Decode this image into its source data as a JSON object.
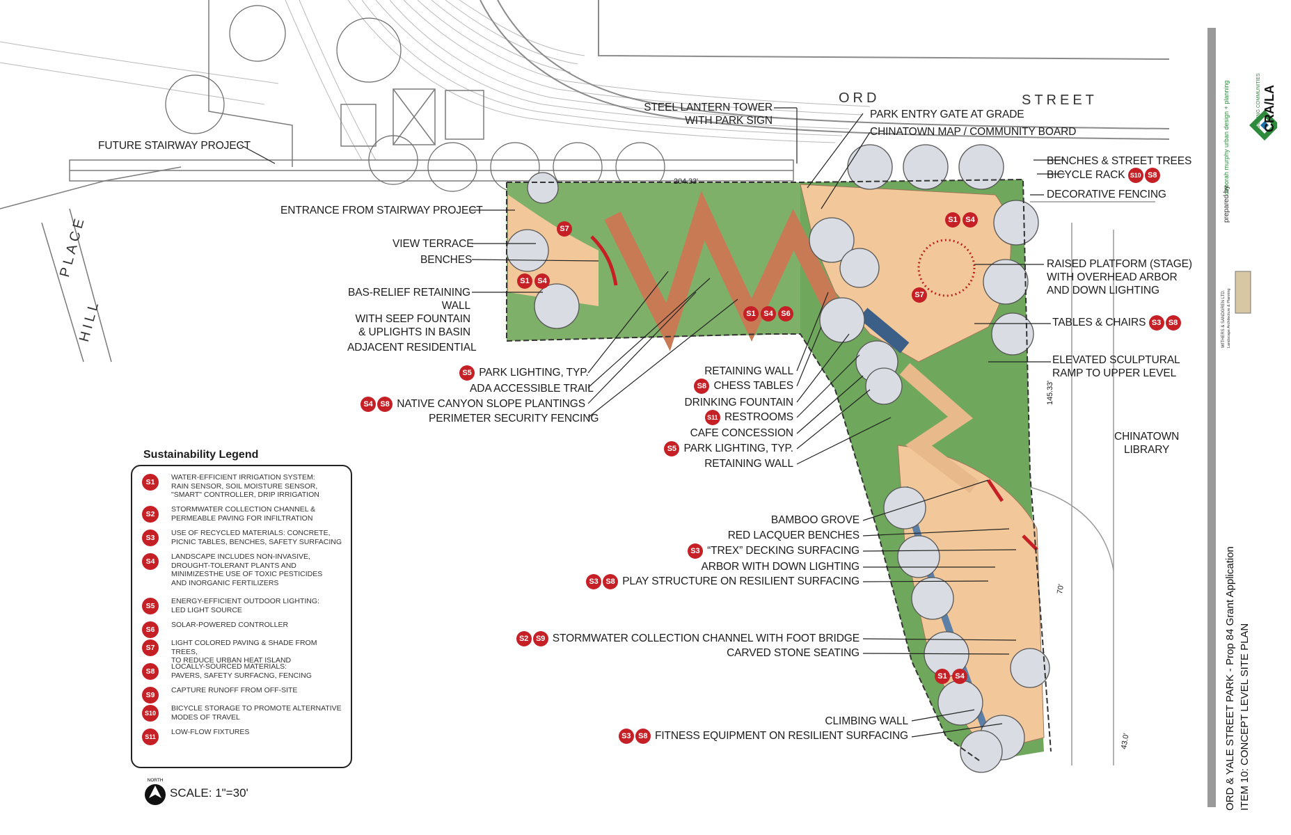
{
  "colors": {
    "accent_red": "#c62027",
    "paving": "#f2c89a",
    "green": "#6aa84f",
    "trail": "#c87a55",
    "brand_green": "#2e8b3d"
  },
  "streets": {
    "ord": "ORD",
    "street": "STREET",
    "hill": "HILL",
    "place": "PLACE"
  },
  "plan_labels": {
    "future_stairway": "FUTURE STAIRWAY PROJECT",
    "entrance_stairway": "ENTRANCE FROM STAIRWAY PROJECT",
    "view_terrace": "VIEW TERRACE",
    "benches": "BENCHES",
    "bas_relief": "BAS-RELIEF RETAINING WALL\nWITH SEEP FOUNTAIN\n& UPLIGHTS IN BASIN",
    "adjacent_residential": "ADJACENT RESIDENTIAL",
    "park_lighting_1": "PARK LIGHTING, TYP.",
    "ada_trail": "ADA ACCESSIBLE TRAIL",
    "native_canyon": "NATIVE CANYON SLOPE PLANTINGS",
    "perimeter_fencing": "PERIMETER SECURITY FENCING",
    "steel_lantern": "STEEL LANTERN TOWER\nWITH PARK SIGN",
    "park_entry_gate": "PARK ENTRY GATE AT GRADE",
    "chinatown_map": "CHINATOWN MAP / COMMUNITY BOARD",
    "benches_trees": "BENCHES & STREET TREES",
    "bicycle_rack": "BICYCLE RACK",
    "decorative_fencing": "DECORATIVE FENCING",
    "raised_platform": "RAISED PLATFORM (STAGE)\nWITH OVERHEAD ARBOR\nAND DOWN LIGHTING",
    "tables_chairs": "TABLES & CHAIRS",
    "elevated_ramp": "ELEVATED SCULPTURAL\nRAMP TO UPPER LEVEL",
    "chinatown_library": "CHINATOWN\nLIBRARY",
    "retaining_wall_1": "RETAINING WALL",
    "chess_tables": "CHESS TABLES",
    "drinking_fountain": "DRINKING FOUNTAIN",
    "restrooms": "RESTROOMS",
    "cafe": "CAFE CONCESSION",
    "park_lighting_2": "PARK LIGHTING, TYP.",
    "retaining_wall_2": "RETAINING WALL",
    "bamboo_grove": "BAMBOO GROVE",
    "red_lacquer": "RED LACQUER BENCHES",
    "trex_decking": "“TREX” DECKING SURFACING",
    "arbor": "ARBOR WITH DOWN LIGHTING",
    "play_structure": "PLAY STRUCTURE ON RESILIENT SURFACING",
    "stormwater_channel": "STORMWATER COLLECTION CHANNEL WITH FOOT BRIDGE",
    "carved_stone": "CARVED STONE SEATING",
    "climbing_wall": "CLIMBING WALL",
    "fitness_equipment": "FITNESS EQUIPMENT ON RESILIENT SURFACING",
    "dim_top": "204.33'",
    "dim_right": "145.33'",
    "dim_diag": "70'",
    "dim_bottom": "43.0'"
  },
  "badges": {
    "s1": "S1",
    "s2": "S2",
    "s3": "S3",
    "s4": "S4",
    "s5": "S5",
    "s6": "S6",
    "s7": "S7",
    "s8": "S8",
    "s9": "S9",
    "s10": "S10",
    "s11": "S11"
  },
  "legend": {
    "title": "Sustainability Legend",
    "items": [
      {
        "code": "S1",
        "text": "WATER-EFFICIENT IRRIGATION SYSTEM:\nRAIN SENSOR, SOIL MOISTURE SENSOR,\n\"SMART\" CONTROLLER, DRIP IRRIGATION"
      },
      {
        "code": "S2",
        "text": "STORMWATER COLLECTION CHANNEL &\nPERMEABLE PAVING FOR INFILTRATION"
      },
      {
        "code": "S3",
        "text": "USE OF RECYCLED MATERIALS: CONCRETE,\nPICNIC TABLES, BENCHES, SAFETY SURFACING"
      },
      {
        "code": "S4",
        "text": "LANDSCAPE INCLUDES NON-INVASIVE,\nDROUGHT-TOLERANT PLANTS AND\nMINIMIZESTHE USE OF TOXIC PESTICIDES\nAND INORGANIC FERTILIZERS"
      },
      {
        "code": "S5",
        "text": "ENERGY-EFFICIENT OUTDOOR LIGHTING:\nLED LIGHT SOURCE"
      },
      {
        "code": "S6",
        "text": "SOLAR-POWERED CONTROLLER"
      },
      {
        "code": "S7",
        "text": "LIGHT COLORED PAVING & SHADE FROM TREES,\nTO REDUCE URBAN HEAT ISLAND"
      },
      {
        "code": "S8",
        "text": "LOCALLY-SOURCED MATERIALS:\nPAVERS, SAFETY SURFACNG, FENCING"
      },
      {
        "code": "S9",
        "text": "CAPTURE RUNOFF FROM OFF-SITE"
      },
      {
        "code": "S10",
        "text": "BICYCLE STORAGE TO PROMOTE ALTERNATIVE\nMODES OF TRAVEL"
      },
      {
        "code": "S11",
        "text": "LOW-FLOW FIXTURES"
      }
    ]
  },
  "scale": {
    "north": "NORTH",
    "text": "SCALE: 1\"=30'"
  },
  "title_block": {
    "line1": "ORD & YALE STREET PARK - Prop 84 Grant Application",
    "line2": "ITEM 10: CONCEPT LEVEL SITE PLAN",
    "prepared_by": "prepared by",
    "designer": "deborah murphy urban design + planning",
    "firm": "WITHERS & SANDGREN LTD.",
    "firm_sub": "Landscape Architecture & Planning",
    "logo_top": "CRA/LA",
    "logo_sub": "BUILDING COMMUNITIES"
  }
}
